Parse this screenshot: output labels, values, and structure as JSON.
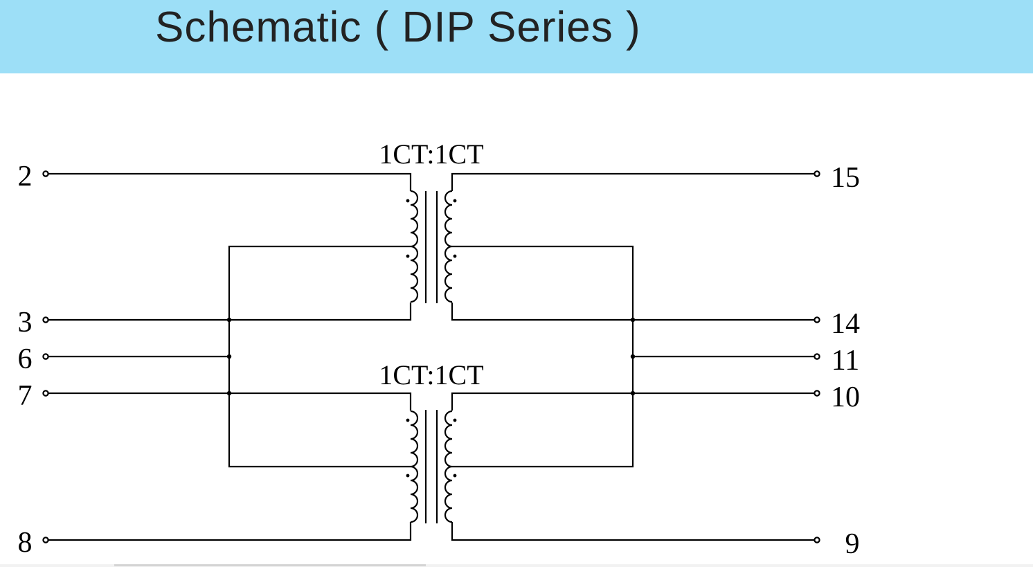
{
  "header": {
    "title": "Schematic ( DIP Series )",
    "background": "#9ddff7"
  },
  "transformers": [
    {
      "ratio": "1CT:1CT"
    },
    {
      "ratio": "1CT:1CT"
    }
  ],
  "pins": {
    "left": [
      "2",
      "3",
      "6",
      "7",
      "8"
    ],
    "right": [
      "15",
      "14",
      "11",
      "10",
      "9"
    ]
  }
}
